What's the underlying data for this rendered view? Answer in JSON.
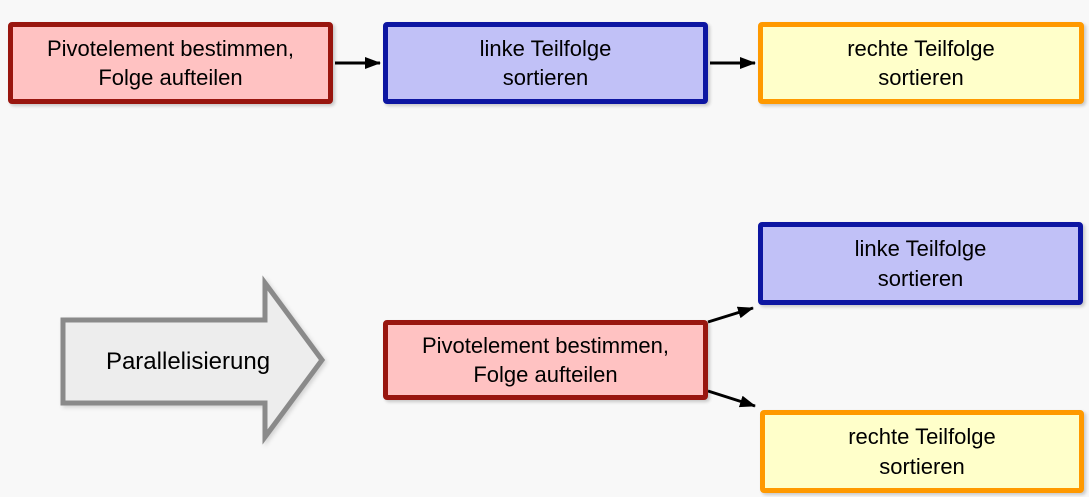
{
  "colors": {
    "background": "#f8f8f8",
    "pivot_fill": "#ffc2c2",
    "pivot_border": "#99160f",
    "left_fill": "#c1c1f7",
    "left_border": "#0d16a2",
    "right_fill": "#ffffca",
    "right_border": "#ff9900",
    "block_arrow_fill": "#ededed",
    "block_arrow_border": "#8a8a8a",
    "connector": "#000000"
  },
  "sequential_flow": {
    "pivot_box": {
      "line1": "Pivotelement bestimmen,",
      "line2": "Folge aufteilen"
    },
    "left_box": {
      "line1": "linke Teilfolge",
      "line2": "sortieren"
    },
    "right_box": {
      "line1": "rechte Teilfolge",
      "line2": "sortieren"
    }
  },
  "transform_arrow": {
    "label": "Parallelisierung"
  },
  "parallel_flow": {
    "pivot_box": {
      "line1": "Pivotelement bestimmen,",
      "line2": "Folge aufteilen"
    },
    "left_box": {
      "line1": "linke Teilfolge",
      "line2": "sortieren"
    },
    "right_box": {
      "line1": "rechte Teilfolge",
      "line2": "sortieren"
    }
  }
}
